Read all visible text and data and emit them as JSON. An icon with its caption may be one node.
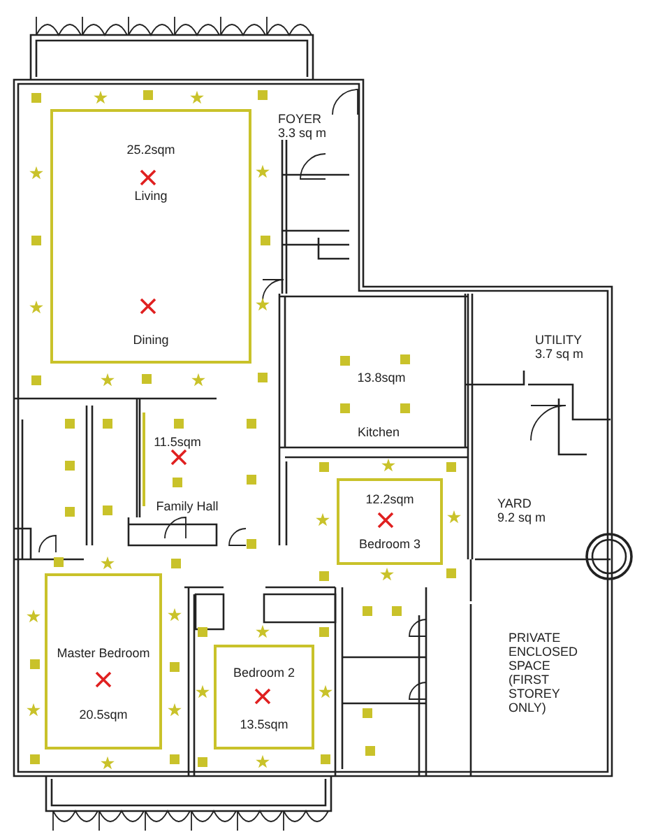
{
  "diagram": {
    "nodes": [
      {
        "text": [
          "25.2sqm",
          "Living",
          "Dining"
        ]
      },
      {
        "text": [
          "12.2sqm",
          "Bedroom 3"
        ]
      },
      {
        "text": [
          "Master Bedroom",
          "20.5sqm"
        ]
      },
      {
        "text": [
          "Bedroom 2",
          "13.5sqm"
        ]
      }
    ],
    "labels": [
      "FOYER 3.3 sq m",
      "13.8sqm",
      "UTILITY 3.7 sq m",
      "Kitchen",
      "11.5sqm",
      "Family Hall",
      "YARD 9.2 sq m",
      "PRIVATE ENCLOSED SPACE (FIRST STOREY ONLY)"
    ]
  }
}
